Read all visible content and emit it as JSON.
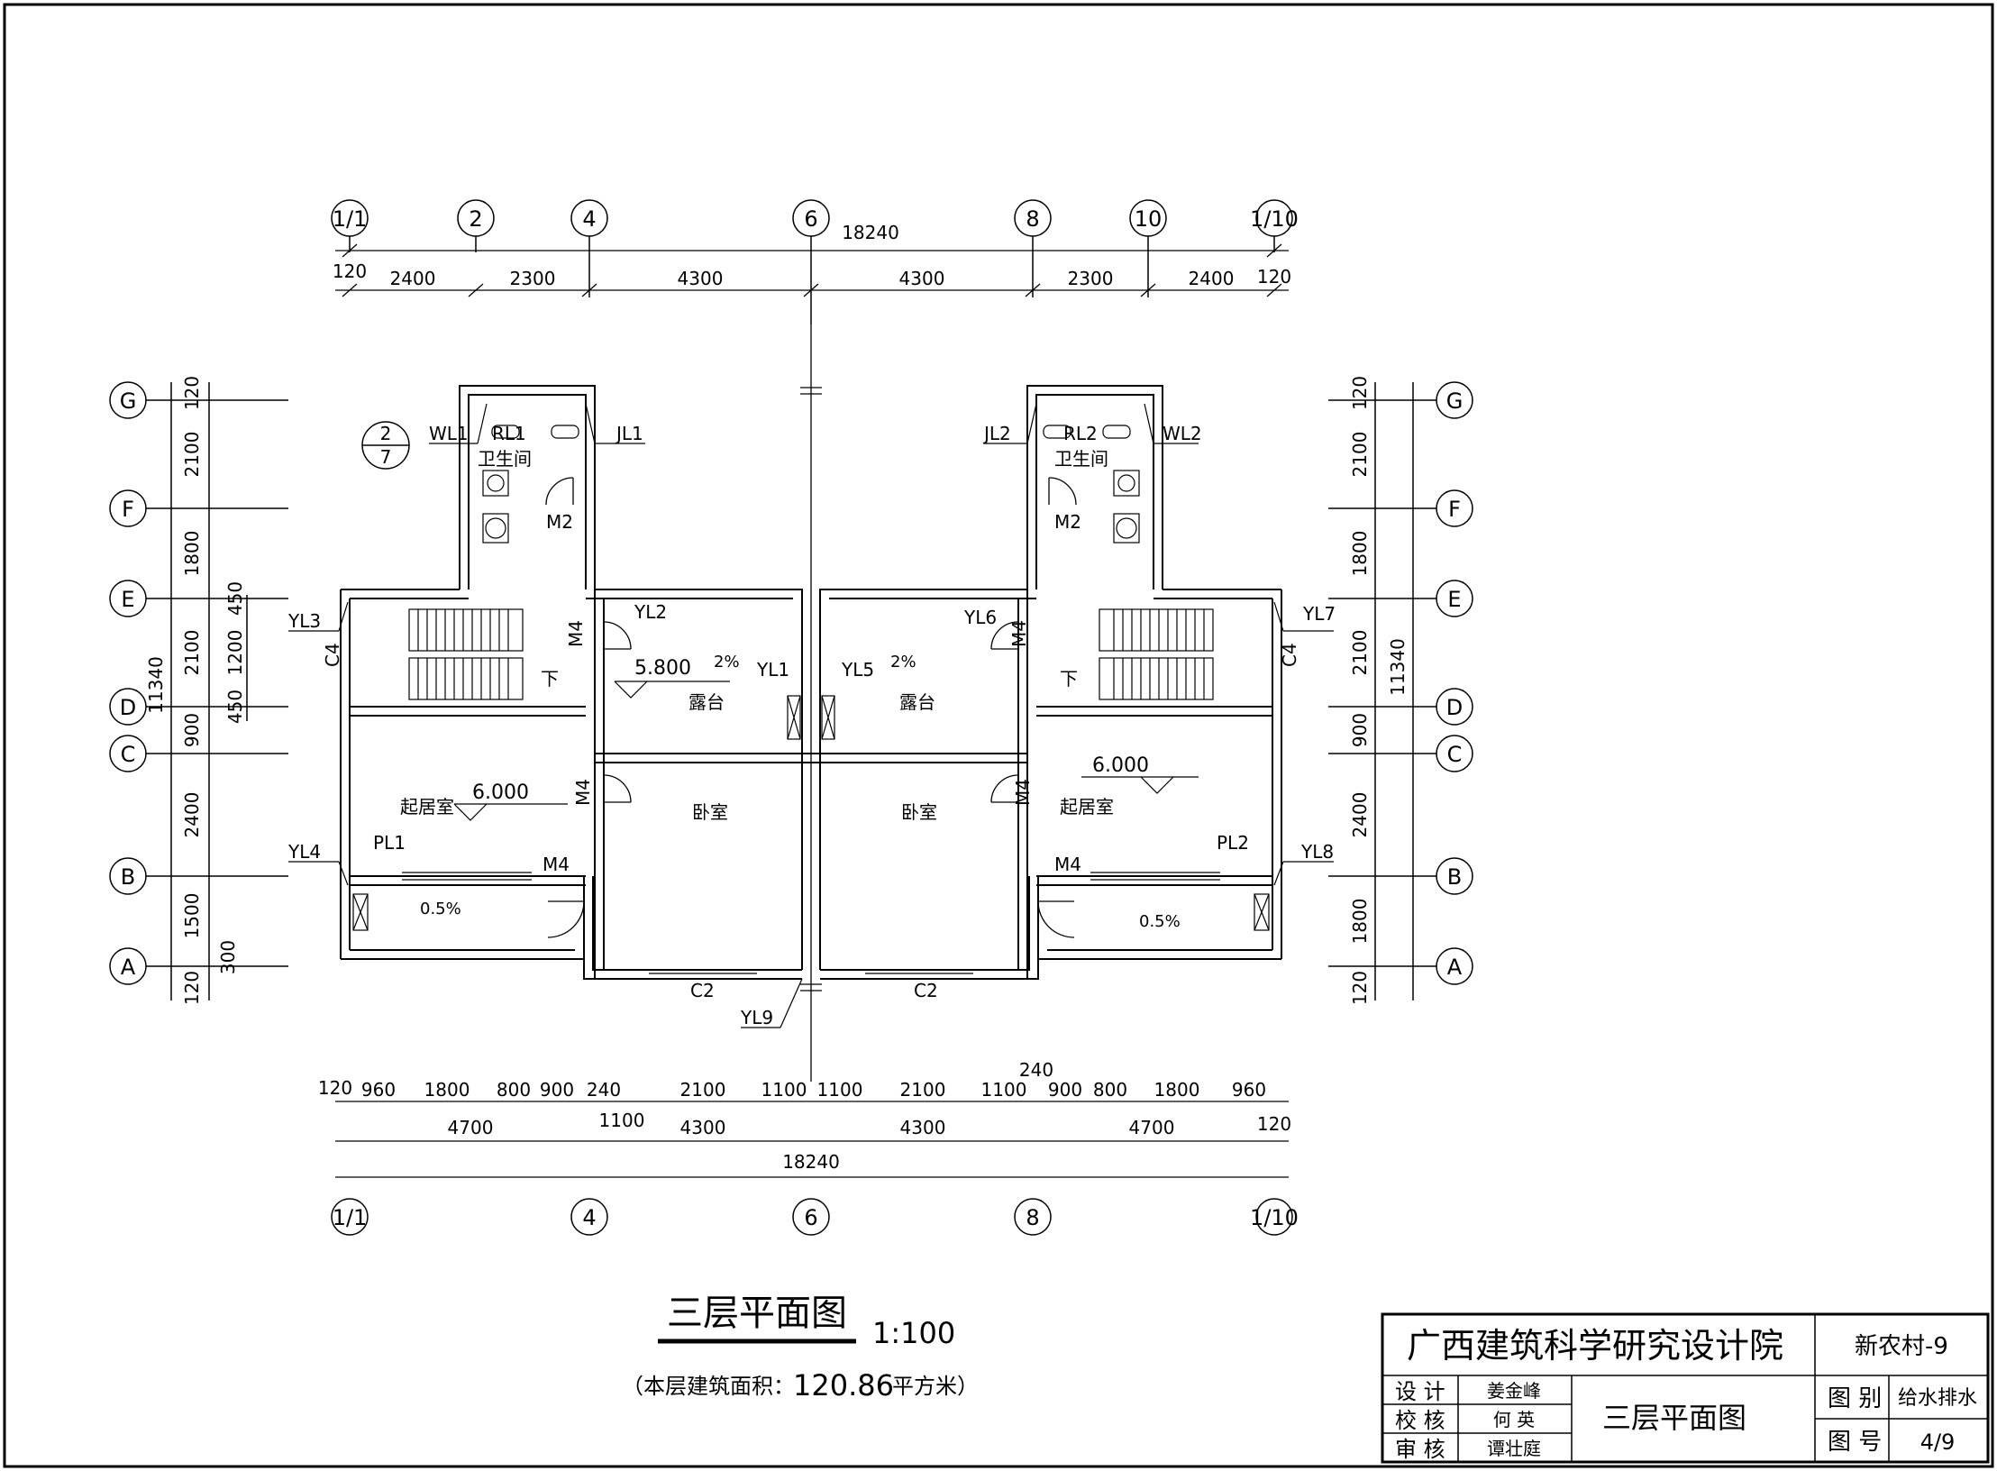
{
  "axes_top": [
    "1/1",
    "2",
    "4",
    "6",
    "8",
    "10",
    "1/10"
  ],
  "axes_bottom": [
    "1/1",
    "4",
    "6",
    "8",
    "1/10"
  ],
  "axes_left": [
    "G",
    "F",
    "E",
    "D",
    "C",
    "B",
    "A"
  ],
  "axes_right": [
    "G",
    "F",
    "E",
    "D",
    "C",
    "B",
    "A"
  ],
  "dims_top_total": "18240",
  "dims_top_parts": [
    "120",
    "2400",
    "2300",
    "4300",
    "4300",
    "2300",
    "2400",
    "120"
  ],
  "dims_bottom_row1": [
    "120",
    "960",
    "1800",
    "800",
    "900",
    "240",
    "2100",
    "1100",
    "1100",
    "2100",
    "1100",
    "900",
    "800",
    "1800",
    "960"
  ],
  "dims_bottom_row1_extra": "240",
  "dims_bottom_row2": [
    "4700",
    "1100",
    "4300",
    "4300",
    "4700",
    "120"
  ],
  "dims_bottom_total": "18240",
  "dims_left_parts": [
    "120",
    "2100",
    "1800",
    "2100",
    "900",
    "2400",
    "1500",
    "300",
    "120"
  ],
  "dims_left_total": "11340",
  "dims_left_inner": [
    "450",
    "1200",
    "450"
  ],
  "dims_right_parts": [
    "120",
    "2100",
    "1800",
    "2100",
    "900",
    "2400",
    "1800",
    "120"
  ],
  "dims_right_total": "11340",
  "rooms": {
    "bath": "卫生间",
    "terrace": "露台",
    "living": "起居室",
    "bedroom": "卧室",
    "down": "下"
  },
  "elevations": {
    "terrace": "5.800",
    "living": "6.000"
  },
  "slopes": {
    "two": "2%",
    "half": "0.5%"
  },
  "labels": {
    "wl1": "WL1",
    "rl1": "RL1",
    "jl1": "JL1",
    "jl2": "JL2",
    "rl2": "RL2",
    "wl2": "WL2",
    "m2": "M2",
    "m4": "M4",
    "c4": "C4",
    "c2": "C2",
    "yl1": "YL1",
    "yl2": "YL2",
    "yl3": "YL3",
    "yl4": "YL4",
    "yl5": "YL5",
    "yl6": "YL6",
    "yl7": "YL7",
    "yl8": "YL8",
    "yl9": "YL9",
    "pl1": "PL1",
    "pl2": "PL2",
    "detail_top": "2",
    "detail_bottom": "7"
  },
  "drawing_title": "三层平面图",
  "drawing_scale": "1:100",
  "area_note": "（本层建筑面积：",
  "area_value": "120.86",
  "area_unit": "平方米）",
  "titleblock": {
    "institute": "广西建筑科学研究设计院",
    "project": "新农村-9",
    "design_label": "设 计",
    "design_name": "姜金峰",
    "check_label": "校 核",
    "check_name": "何 英",
    "review_label": "审 核",
    "review_name": "谭壮庭",
    "sheet_title": "三层平面图",
    "category_label": "图 别",
    "category_value": "给水排水",
    "number_label": "图 号",
    "number_value": "4/9"
  }
}
